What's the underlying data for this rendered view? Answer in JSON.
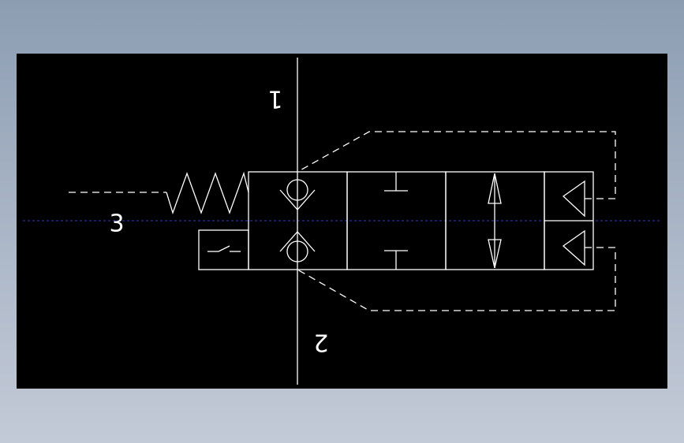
{
  "diagram": {
    "port_labels": {
      "top": "1",
      "bottom": "2",
      "left": "3"
    },
    "colors": {
      "viewport_background": "#000000",
      "line": "#ffffff",
      "center_axis": "#2a3cc8"
    }
  }
}
